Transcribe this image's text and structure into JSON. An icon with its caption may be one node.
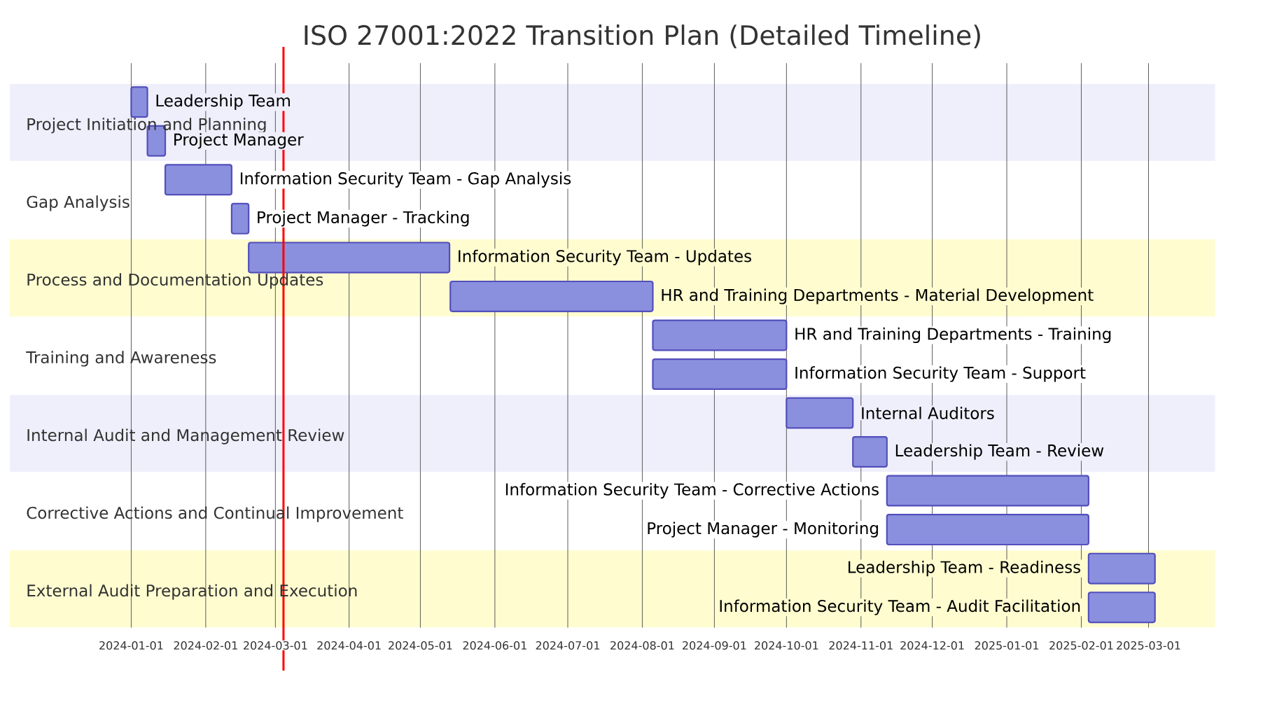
{
  "diagram": {
    "title": "ISO 27001:2022 Transition Plan (Detailed Timeline)",
    "nodes": [
      {
        "text": [
          "Project Initiation and Planning"
        ]
      },
      {
        "text": [
          "Gap Analysis"
        ]
      },
      {
        "text": [
          "Process and Documentation Updates"
        ]
      },
      {
        "text": [
          "Training and Awareness"
        ]
      },
      {
        "text": [
          "Internal Audit and Management Review"
        ]
      },
      {
        "text": [
          "Corrective Actions and Continual Improvement"
        ]
      },
      {
        "text": [
          "External Audit Preparation and Execution"
        ]
      },
      {
        "text": [],
        "shape": "bar",
        "in": 0,
        "beside": [
          "Leadership Team"
        ]
      },
      {
        "text": [],
        "shape": "bar",
        "in": 0,
        "beside": [
          "Project Manager"
        ]
      },
      {
        "text": [],
        "shape": "bar",
        "beside": [
          "Information Security Team - Gap Analysis"
        ]
      },
      {
        "text": [],
        "shape": "bar",
        "beside": [
          "Project Manager - Tracking"
        ]
      },
      {
        "text": [],
        "shape": "bar",
        "in": 2,
        "beside": [
          "Information Security Team - Updates"
        ]
      },
      {
        "text": [],
        "shape": "bar",
        "in": 2,
        "beside": [
          "HR and Training Departments - Material Development"
        ]
      },
      {
        "text": [],
        "shape": "bar",
        "beside": [
          "HR and Training Departments - Training"
        ]
      },
      {
        "text": [],
        "shape": "bar",
        "beside": [
          "Information Security Team - Support"
        ]
      },
      {
        "text": [],
        "shape": "bar",
        "in": 4,
        "beside": [
          "Internal Auditors"
        ]
      },
      {
        "text": [],
        "shape": "bar",
        "in": 4,
        "beside": [
          "Leadership Team - Review"
        ]
      },
      {
        "text": [],
        "shape": "bar",
        "beside": [
          "Information Security Team - Corrective Actions"
        ]
      },
      {
        "text": [],
        "shape": "bar",
        "beside": [
          "Project Manager - Monitoring"
        ]
      },
      {
        "text": [],
        "shape": "bar",
        "in": 6,
        "beside": [
          "Leadership Team - Readiness"
        ]
      },
      {
        "text": [],
        "shape": "bar",
        "in": 6,
        "beside": [
          "Information Security Team - Audit Facilitation"
        ]
      }
    ],
    "labels": [
      "2024-01-01",
      "2024-02-01",
      "2024-03-01",
      "2024-04-01",
      "2024-05-01",
      "2024-06-01",
      "2024-07-01",
      "2024-08-01",
      "2024-09-01",
      "2024-10-01",
      "2024-11-01",
      "2024-12-01",
      "2025-01-01",
      "2025-02-01",
      "2025-03-01"
    ]
  }
}
